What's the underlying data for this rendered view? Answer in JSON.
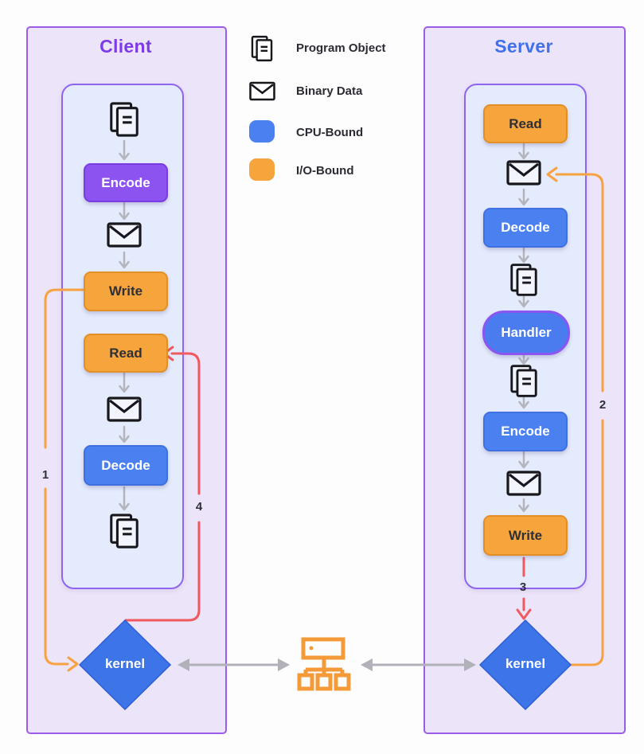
{
  "legend": {
    "items": [
      {
        "icon": "program-object-icon",
        "label": "Program Object"
      },
      {
        "icon": "binary-data-icon",
        "label": "Binary Data"
      },
      {
        "icon": "cpu-bound-swatch",
        "label": "CPU-Bound",
        "color": "#4a80f0"
      },
      {
        "icon": "io-bound-swatch",
        "label": "I/O-Bound",
        "color": "#f6a43c"
      }
    ]
  },
  "client": {
    "title": "Client",
    "kernel_label": "kernel",
    "flow": [
      {
        "type": "program-object-icon"
      },
      {
        "type": "button",
        "label": "Encode",
        "style": "purple"
      },
      {
        "type": "binary-data-icon"
      },
      {
        "type": "button",
        "label": "Write",
        "style": "io-bound"
      },
      {
        "type": "button",
        "label": "Read",
        "style": "io-bound"
      },
      {
        "type": "binary-data-icon"
      },
      {
        "type": "button",
        "label": "Decode",
        "style": "cpu-bound"
      },
      {
        "type": "program-object-icon"
      }
    ],
    "steps": {
      "one": "1",
      "four": "4"
    }
  },
  "server": {
    "title": "Server",
    "kernel_label": "kernel",
    "flow": [
      {
        "type": "button",
        "label": "Read",
        "style": "io-bound"
      },
      {
        "type": "binary-data-icon"
      },
      {
        "type": "button",
        "label": "Decode",
        "style": "cpu-bound"
      },
      {
        "type": "program-object-icon"
      },
      {
        "type": "button",
        "label": "Handler",
        "style": "cpu-bound-purple-border"
      },
      {
        "type": "program-object-icon"
      },
      {
        "type": "button",
        "label": "Encode",
        "style": "cpu-bound"
      },
      {
        "type": "binary-data-icon"
      },
      {
        "type": "button",
        "label": "Write",
        "style": "io-bound"
      }
    ],
    "steps": {
      "two": "2",
      "three": "3"
    }
  },
  "colors": {
    "cpu_bound_blue": "#4a80f0",
    "io_bound_orange": "#f6a43c",
    "encode_purple": "#8d53f0",
    "panel_lavender": "#ece4f9",
    "panel_inner_blue": "#e4ebfc",
    "panel_border_purple": "#9d5ce8",
    "kernel_diamond_blue": "#3d75e9",
    "arrow_orange": "#f8a140",
    "arrow_red": "#f0595d",
    "arrow_gray": "#b1b1ba",
    "client_title_purple": "#7c3bea",
    "server_title_blue": "#4170e8"
  }
}
